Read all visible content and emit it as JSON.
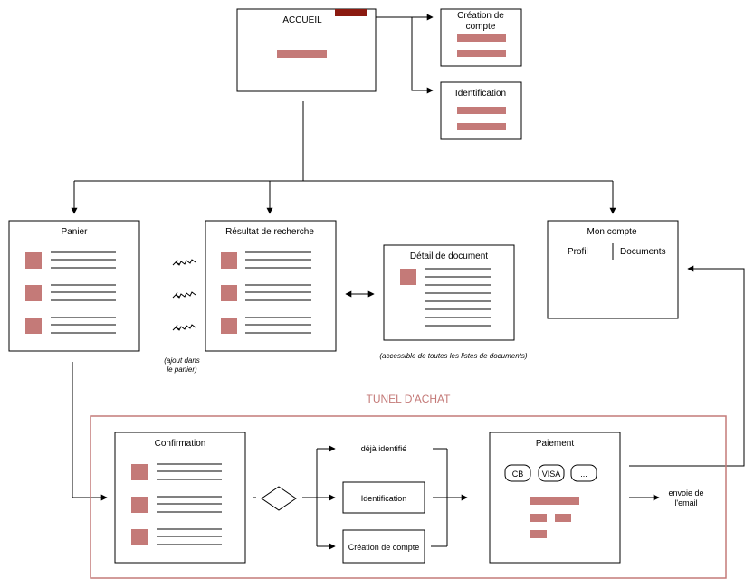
{
  "screens": {
    "accueil": {
      "title": "ACCUEIL"
    },
    "creation_compte": {
      "title_line1": "Création de",
      "title_line2": "compte"
    },
    "identification": {
      "title": "Identification"
    },
    "panier": {
      "title": "Panier"
    },
    "resultat": {
      "title": "Résultat de recherche"
    },
    "detail": {
      "title": "Détail de document"
    },
    "mon_compte": {
      "title": "Mon compte",
      "tab_profil": "Profil",
      "tab_documents": "Documents"
    },
    "confirmation": {
      "title": "Confirmation"
    },
    "paiement": {
      "title": "Paiement",
      "options": [
        "CB",
        "VISA",
        "..."
      ]
    }
  },
  "notes": {
    "ajout_line1": "(ajout dans",
    "ajout_line2": "le panier)",
    "accessible": "(accessible de toutes les listes de documents)"
  },
  "tunnel": {
    "title": "TUNEL D'ACHAT",
    "deja": "déjà identifié",
    "identification": "Identification",
    "creation": "Création de compte",
    "envoie_line1": "envoie de",
    "envoie_line2": "l'email"
  },
  "colors": {
    "mock": "#c47a78",
    "accent": "#8b1a10",
    "tunnel_border": "#c47a78"
  }
}
